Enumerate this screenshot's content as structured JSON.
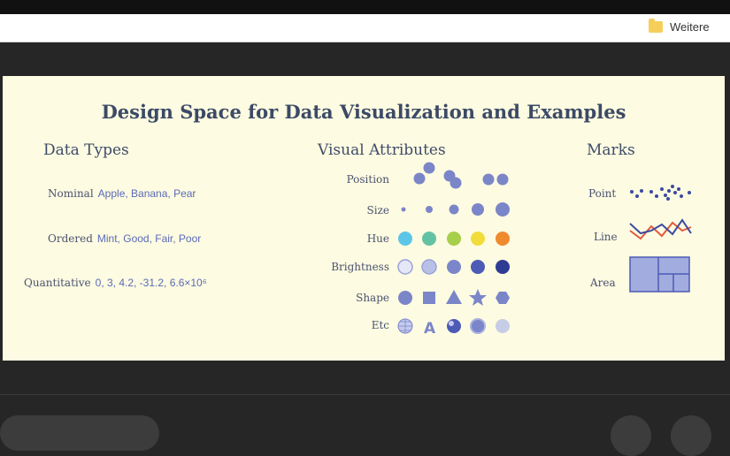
{
  "bookmarks": {
    "folder_label": "Weitere"
  },
  "slide": {
    "title": "Design Space for Data Visualization and Examples",
    "data_types": {
      "heading": "Data Types",
      "rows": [
        {
          "label": "Nominal",
          "examples": "Apple, Banana, Pear"
        },
        {
          "label": "Ordered",
          "examples": "Mint, Good, Fair, Poor"
        },
        {
          "label": "Quantitative",
          "examples": "0, 3, 4.2, -31.2, 6.6×10⁶"
        }
      ]
    },
    "visual_attributes": {
      "heading": "Visual Attributes",
      "rows": [
        "Position",
        "Size",
        "Hue",
        "Brightness",
        "Shape",
        "Etc"
      ]
    },
    "marks": {
      "heading": "Marks",
      "rows": [
        "Point",
        "Line",
        "Area"
      ]
    }
  },
  "colors": {
    "slide_bg": "#fdfbe1",
    "mark_blue": "#7b86c9",
    "dark_blue": "#3b4aa0",
    "hue_sky": "#5bc6e8",
    "hue_teal": "#64c2a4",
    "hue_green": "#a8cf4a",
    "hue_yellow": "#f2dc3a",
    "hue_orange": "#f08a2e",
    "line_red": "#e25a3c"
  }
}
